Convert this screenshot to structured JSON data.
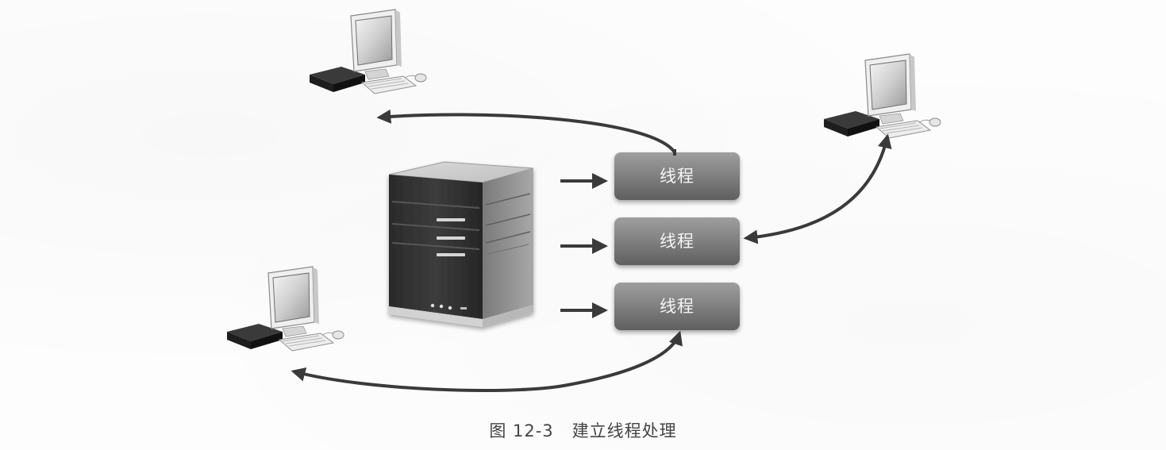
{
  "diagram": {
    "threads": [
      {
        "label": "线程"
      },
      {
        "label": "线程"
      },
      {
        "label": "线程"
      }
    ]
  },
  "caption": {
    "number": "图 12-3",
    "text": "建立线程处理"
  }
}
